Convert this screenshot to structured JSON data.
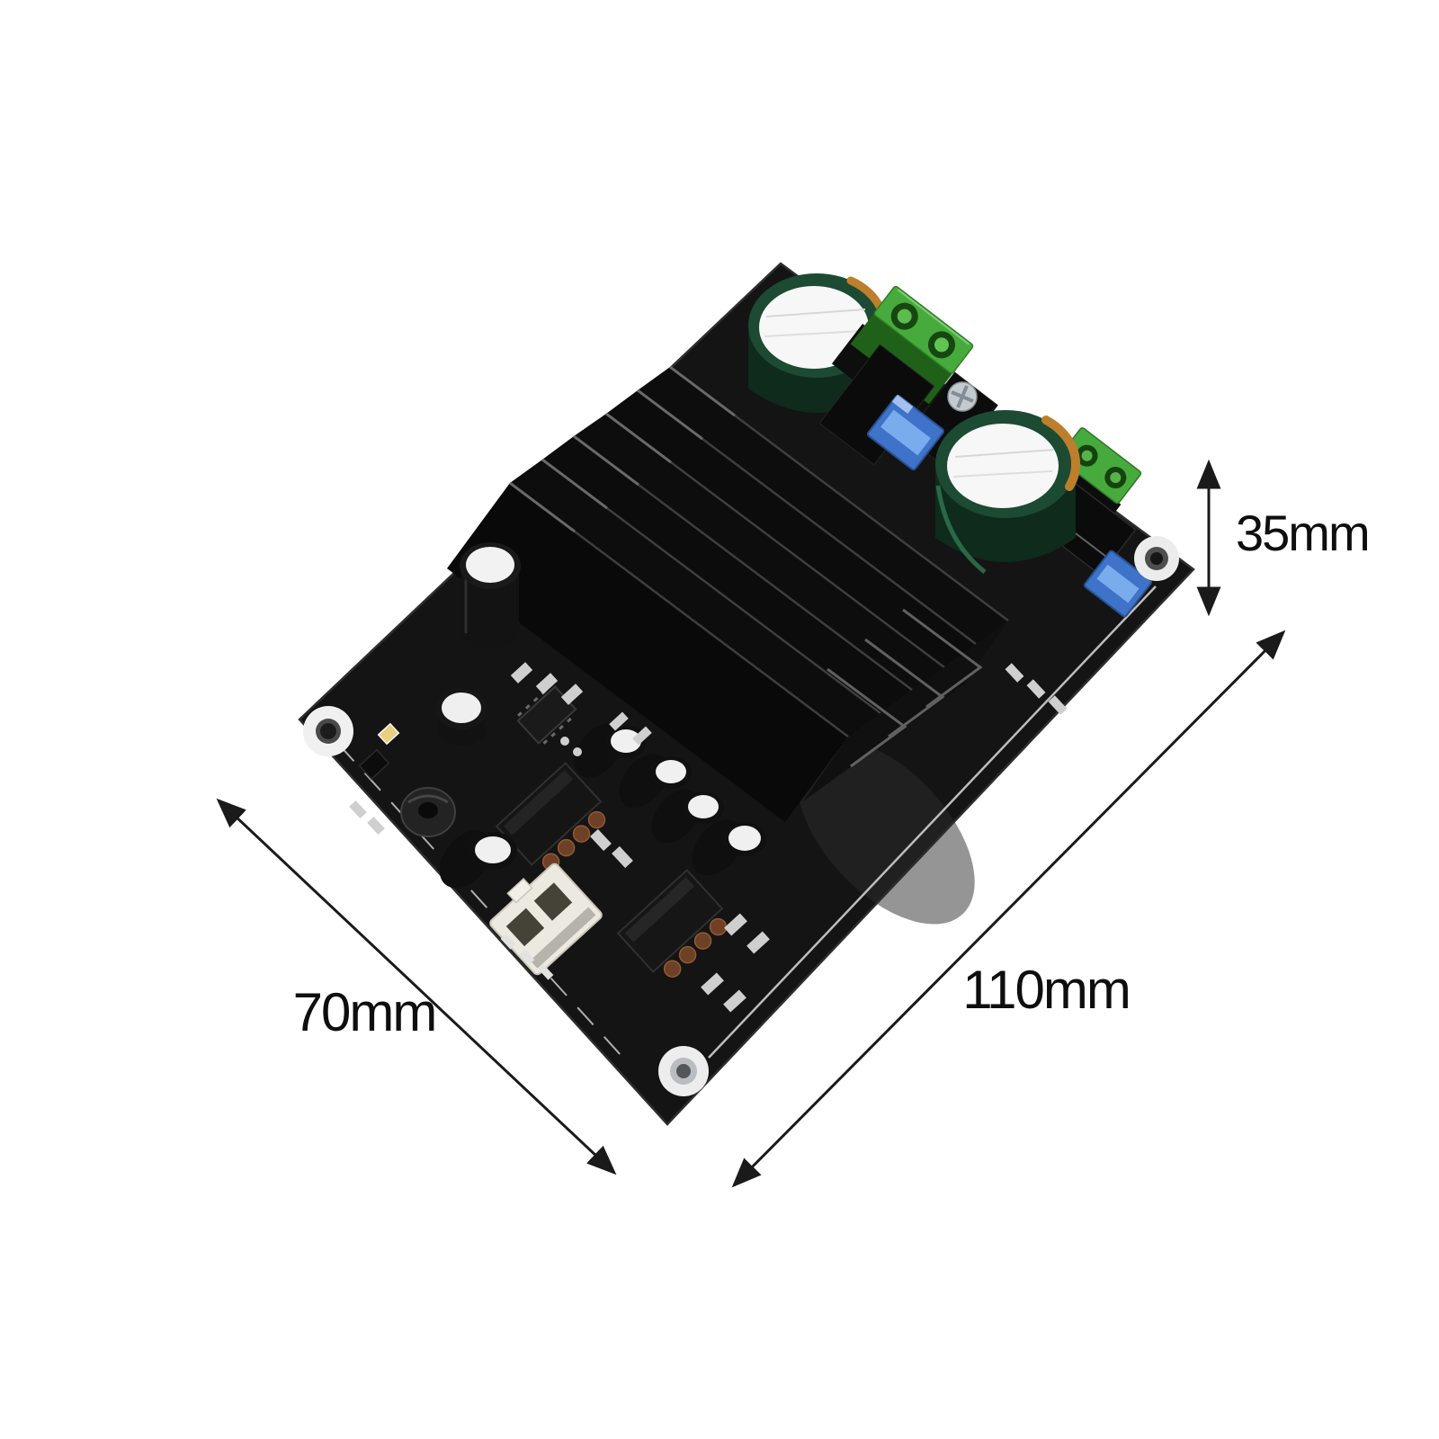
{
  "scene": {
    "title": "Amplifier PCB module product photo",
    "background": "#ffffff",
    "description": "Angled product photo of a black audio amplifier circuit board with a finned heatsink, two large green filter capacitors, green screw terminal blocks, blue trimmer potentiometers, DIP-8 ICs, a white input connector and three dimension arrows"
  },
  "annotations": {
    "depth": {
      "label": "70mm"
    },
    "width": {
      "label": "110mm"
    },
    "height": {
      "label": "35mm"
    }
  },
  "colors": {
    "line": "#1a1a1a",
    "text": "#0e0e0e",
    "pcb": "#141414",
    "pcb_edge": "#2e2e2e",
    "silkscreen": "#cfcfcf",
    "heatsink": "#090909",
    "heatsink_fin": "#0d0d0d",
    "heatsink_highlight": "#6e6e6e",
    "cap_green": "#1c4a33",
    "cap_side": "#0e2b1c",
    "cap_top": "#f7f7f7",
    "cap_marking": "#bd7f2c",
    "terminal_green": "#46ab3c",
    "terminal_hole": "#174711",
    "trimmer_blue": "#3e73c9",
    "trimmer_slot": "#78aced",
    "connector_white": "#ece9e0",
    "pin_copper": "#6e4026",
    "screw_silver": "#c3cad0"
  },
  "parts": [
    "pcb-board",
    "heatsink",
    "filter-capacitor-1",
    "filter-capacitor-2",
    "terminal-block-1",
    "terminal-block-2",
    "trimmer-potentiometer-1",
    "trimmer-potentiometer-2",
    "medium-capacitor",
    "small-capacitors",
    "toroid-inductor",
    "dip8-ic-1",
    "dip8-ic-2",
    "soic8-ic",
    "jst-input-connector",
    "mounting-holes",
    "screw",
    "smd-led"
  ]
}
